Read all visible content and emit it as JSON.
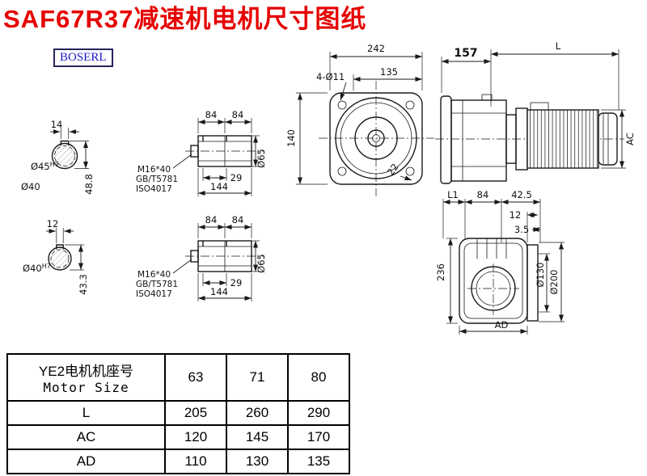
{
  "title": "SAF67R37减速机电机尺寸图纸",
  "logo": "BOSERL",
  "front_view": {
    "width": "242",
    "flange": "135",
    "holes": "4-Ø11",
    "height": "140",
    "chamfer": "22"
  },
  "side_view": {
    "front_len": "157",
    "motor_len": "L",
    "motor_height": "AC"
  },
  "rear_view": {
    "l1": "L1",
    "top84": "84",
    "top425": "42.5",
    "d12": "12",
    "d35": "3.5",
    "height": "236",
    "dia130": "Ø130",
    "dia200": "Ø200",
    "ad": "AD"
  },
  "hollow_shaft_a": {
    "key_width": "14",
    "bore": "Ø45",
    "bore_fit": "H7",
    "depth": "48.8",
    "outer": "Ø40"
  },
  "hollow_shaft_b": {
    "key_width": "12",
    "bore": "Ø40",
    "bore_fit": "H7",
    "depth": "43.3"
  },
  "shaft_a": {
    "len1": "84",
    "len2": "84",
    "key_len": "29",
    "total_len": "144",
    "dia": "Ø65",
    "bolt": "M16*40",
    "std1": "GB/T5781",
    "std2": "ISO4017"
  },
  "shaft_b": {
    "len1": "84",
    "len2": "84",
    "key_len": "29",
    "total_len": "144",
    "dia": "Ø65",
    "bolt": "M16*40",
    "std1": "GB/T5781",
    "std2": "ISO4017"
  },
  "table": {
    "header_cn": "YE2电机机座号",
    "header_en": "Motor Size",
    "sizes": [
      "63",
      "71",
      "80"
    ],
    "rows": [
      {
        "label": "L",
        "values": [
          "205",
          "260",
          "290"
        ]
      },
      {
        "label": "AC",
        "values": [
          "120",
          "145",
          "170"
        ]
      },
      {
        "label": "AD",
        "values": [
          "110",
          "130",
          "135"
        ]
      }
    ]
  },
  "colors": {
    "title": "#e60000",
    "logo_text": "#1a1acd",
    "logo_border": "#26265e"
  }
}
